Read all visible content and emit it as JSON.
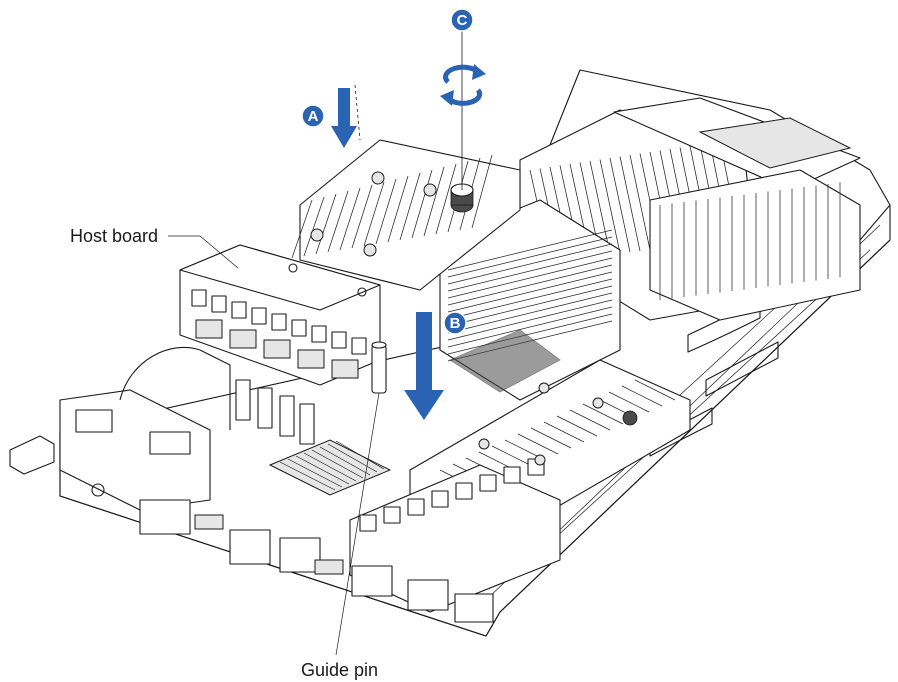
{
  "callouts": {
    "host_board": "Host board",
    "guide_pin": "Guide pin"
  },
  "steps": {
    "a": "A",
    "b": "B",
    "c": "C"
  },
  "colors": {
    "step_blue": "#2a63b3",
    "line": "#1a1a1a",
    "background": "#ffffff"
  },
  "icons": {
    "step_c": "rotate-arrows-icon",
    "step_a": "down-arrow-icon",
    "step_b": "down-arrow-icon"
  }
}
